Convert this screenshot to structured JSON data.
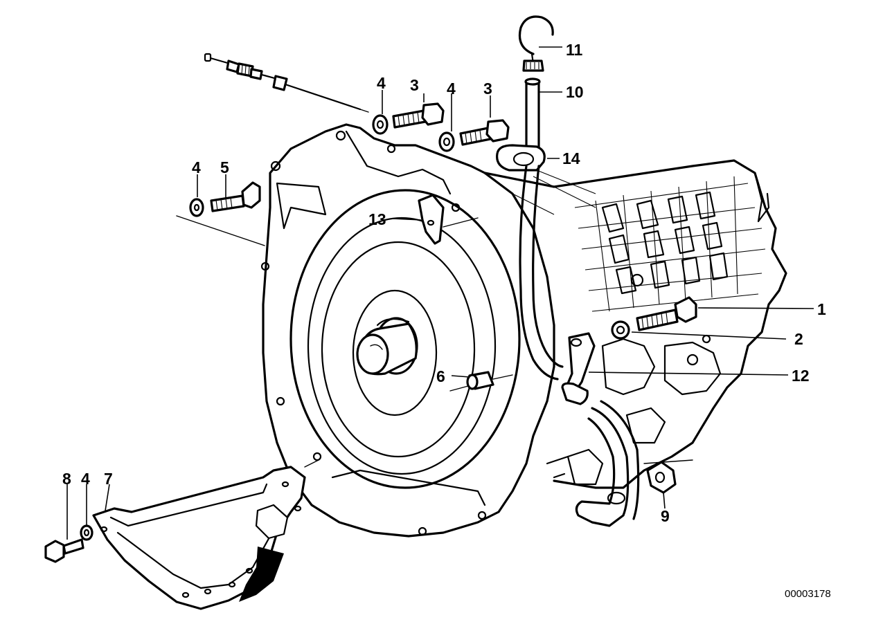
{
  "diagram": {
    "callouts": [
      {
        "id": "c1",
        "text": "1"
      },
      {
        "id": "c2",
        "text": "2"
      },
      {
        "id": "c3a",
        "text": "3"
      },
      {
        "id": "c3b",
        "text": "3"
      },
      {
        "id": "c4a",
        "text": "4"
      },
      {
        "id": "c4b",
        "text": "4"
      },
      {
        "id": "c4c",
        "text": "4"
      },
      {
        "id": "c4d",
        "text": "4"
      },
      {
        "id": "c5",
        "text": "5"
      },
      {
        "id": "c6",
        "text": "6"
      },
      {
        "id": "c7",
        "text": "7"
      },
      {
        "id": "c8",
        "text": "8"
      },
      {
        "id": "c9",
        "text": "9"
      },
      {
        "id": "c10",
        "text": "10"
      },
      {
        "id": "c11",
        "text": "11"
      },
      {
        "id": "c12",
        "text": "12"
      },
      {
        "id": "c13",
        "text": "13"
      },
      {
        "id": "c14",
        "text": "14"
      }
    ],
    "reference_number": "00003178"
  }
}
